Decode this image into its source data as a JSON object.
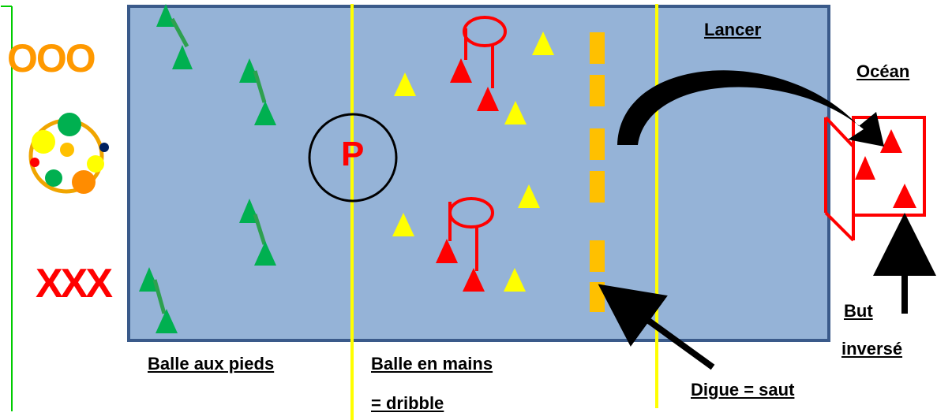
{
  "colors": {
    "field_fill": "#95b3d7",
    "field_border": "#3a5a8a",
    "line_yellow": "#ffff00",
    "dike_orange": "#ffc000",
    "team_green": "#00b050",
    "team_yellow": "#ffff00",
    "team_red": "#ff0000",
    "side_green": "#00cc00",
    "ooo_orange": "#ff9900"
  },
  "icons": {
    "green_player": "green-triangle-with-flag",
    "yellow_player": "yellow-triangle",
    "red_player": "red-triangle",
    "hoop": "red-hoop",
    "ball_bag": "ball-bag-circle",
    "goal": "inverted-goal-box",
    "throw_arrow": "curved-black-arrow"
  },
  "left_side": {
    "ooo_label": "OOO",
    "xxx_label": "XXX"
  },
  "field": {
    "p_label": "P"
  },
  "labels": {
    "lancer": "Lancer",
    "ocean": "Océan",
    "balle_aux_pieds": "Balle aux pieds",
    "balle_en_mains": "Balle en mains",
    "dribble": "= dribble",
    "digue": "Digue = saut",
    "but": "But",
    "inverse": "inversé"
  }
}
